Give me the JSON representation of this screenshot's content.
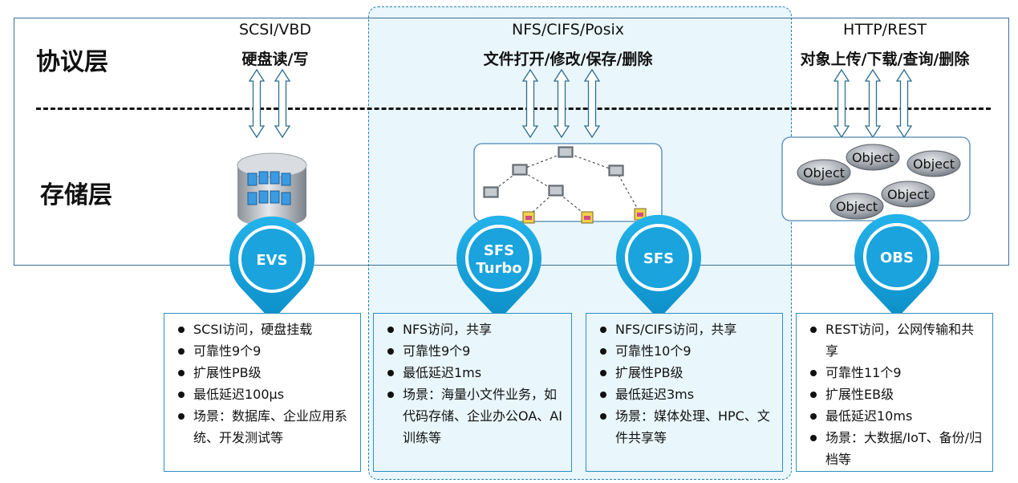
{
  "layers": {
    "protocol": "协议层",
    "storage": "存储层"
  },
  "protocols": [
    {
      "title": "SCSI/VBD",
      "ops": "硬盘读/写"
    },
    {
      "title": "NFS/CIFS/Posix",
      "ops": "文件打开/修改/保存/删除"
    },
    {
      "title": "HTTP/REST",
      "ops": "对象上传/下载/查询/删除"
    }
  ],
  "services": {
    "evs": "EVS",
    "sfs_turbo": [
      "SFS",
      "Turbo"
    ],
    "sfs": "SFS",
    "obs": "OBS"
  },
  "objects": [
    "Object",
    "Object",
    "Object",
    "Object",
    "Object"
  ],
  "boxes": {
    "evs": [
      "SCSI访问，硬盘挂载",
      "可靠性9个9",
      "扩展性PB级",
      "最低延迟100μs",
      "场景：数据库、企业应用系统、开发测试等"
    ],
    "sfs_turbo": [
      "NFS访问，共享",
      "可靠性9个9",
      "最低延迟1ms",
      "场景：海量小文件业务，如代码存储、企业办公OA、AI训练等"
    ],
    "sfs": [
      "NFS/CIFS访问，共享",
      "可靠性10个9",
      "扩展性PB级",
      "最低延迟3ms",
      "场景：媒体处理、HPC、文件共享等"
    ],
    "obs": [
      "REST访问，公网传输和共享",
      "可靠性11个9",
      "扩展性EB级",
      "最低延迟10ms",
      "场景：大数据/IoT、备份/归档等"
    ]
  },
  "colors": {
    "pin": "#1aa3dc",
    "pin_ring": "#ffffff",
    "arrow_stroke": "#2d6e8e",
    "box_border": "#2d8fc4"
  }
}
